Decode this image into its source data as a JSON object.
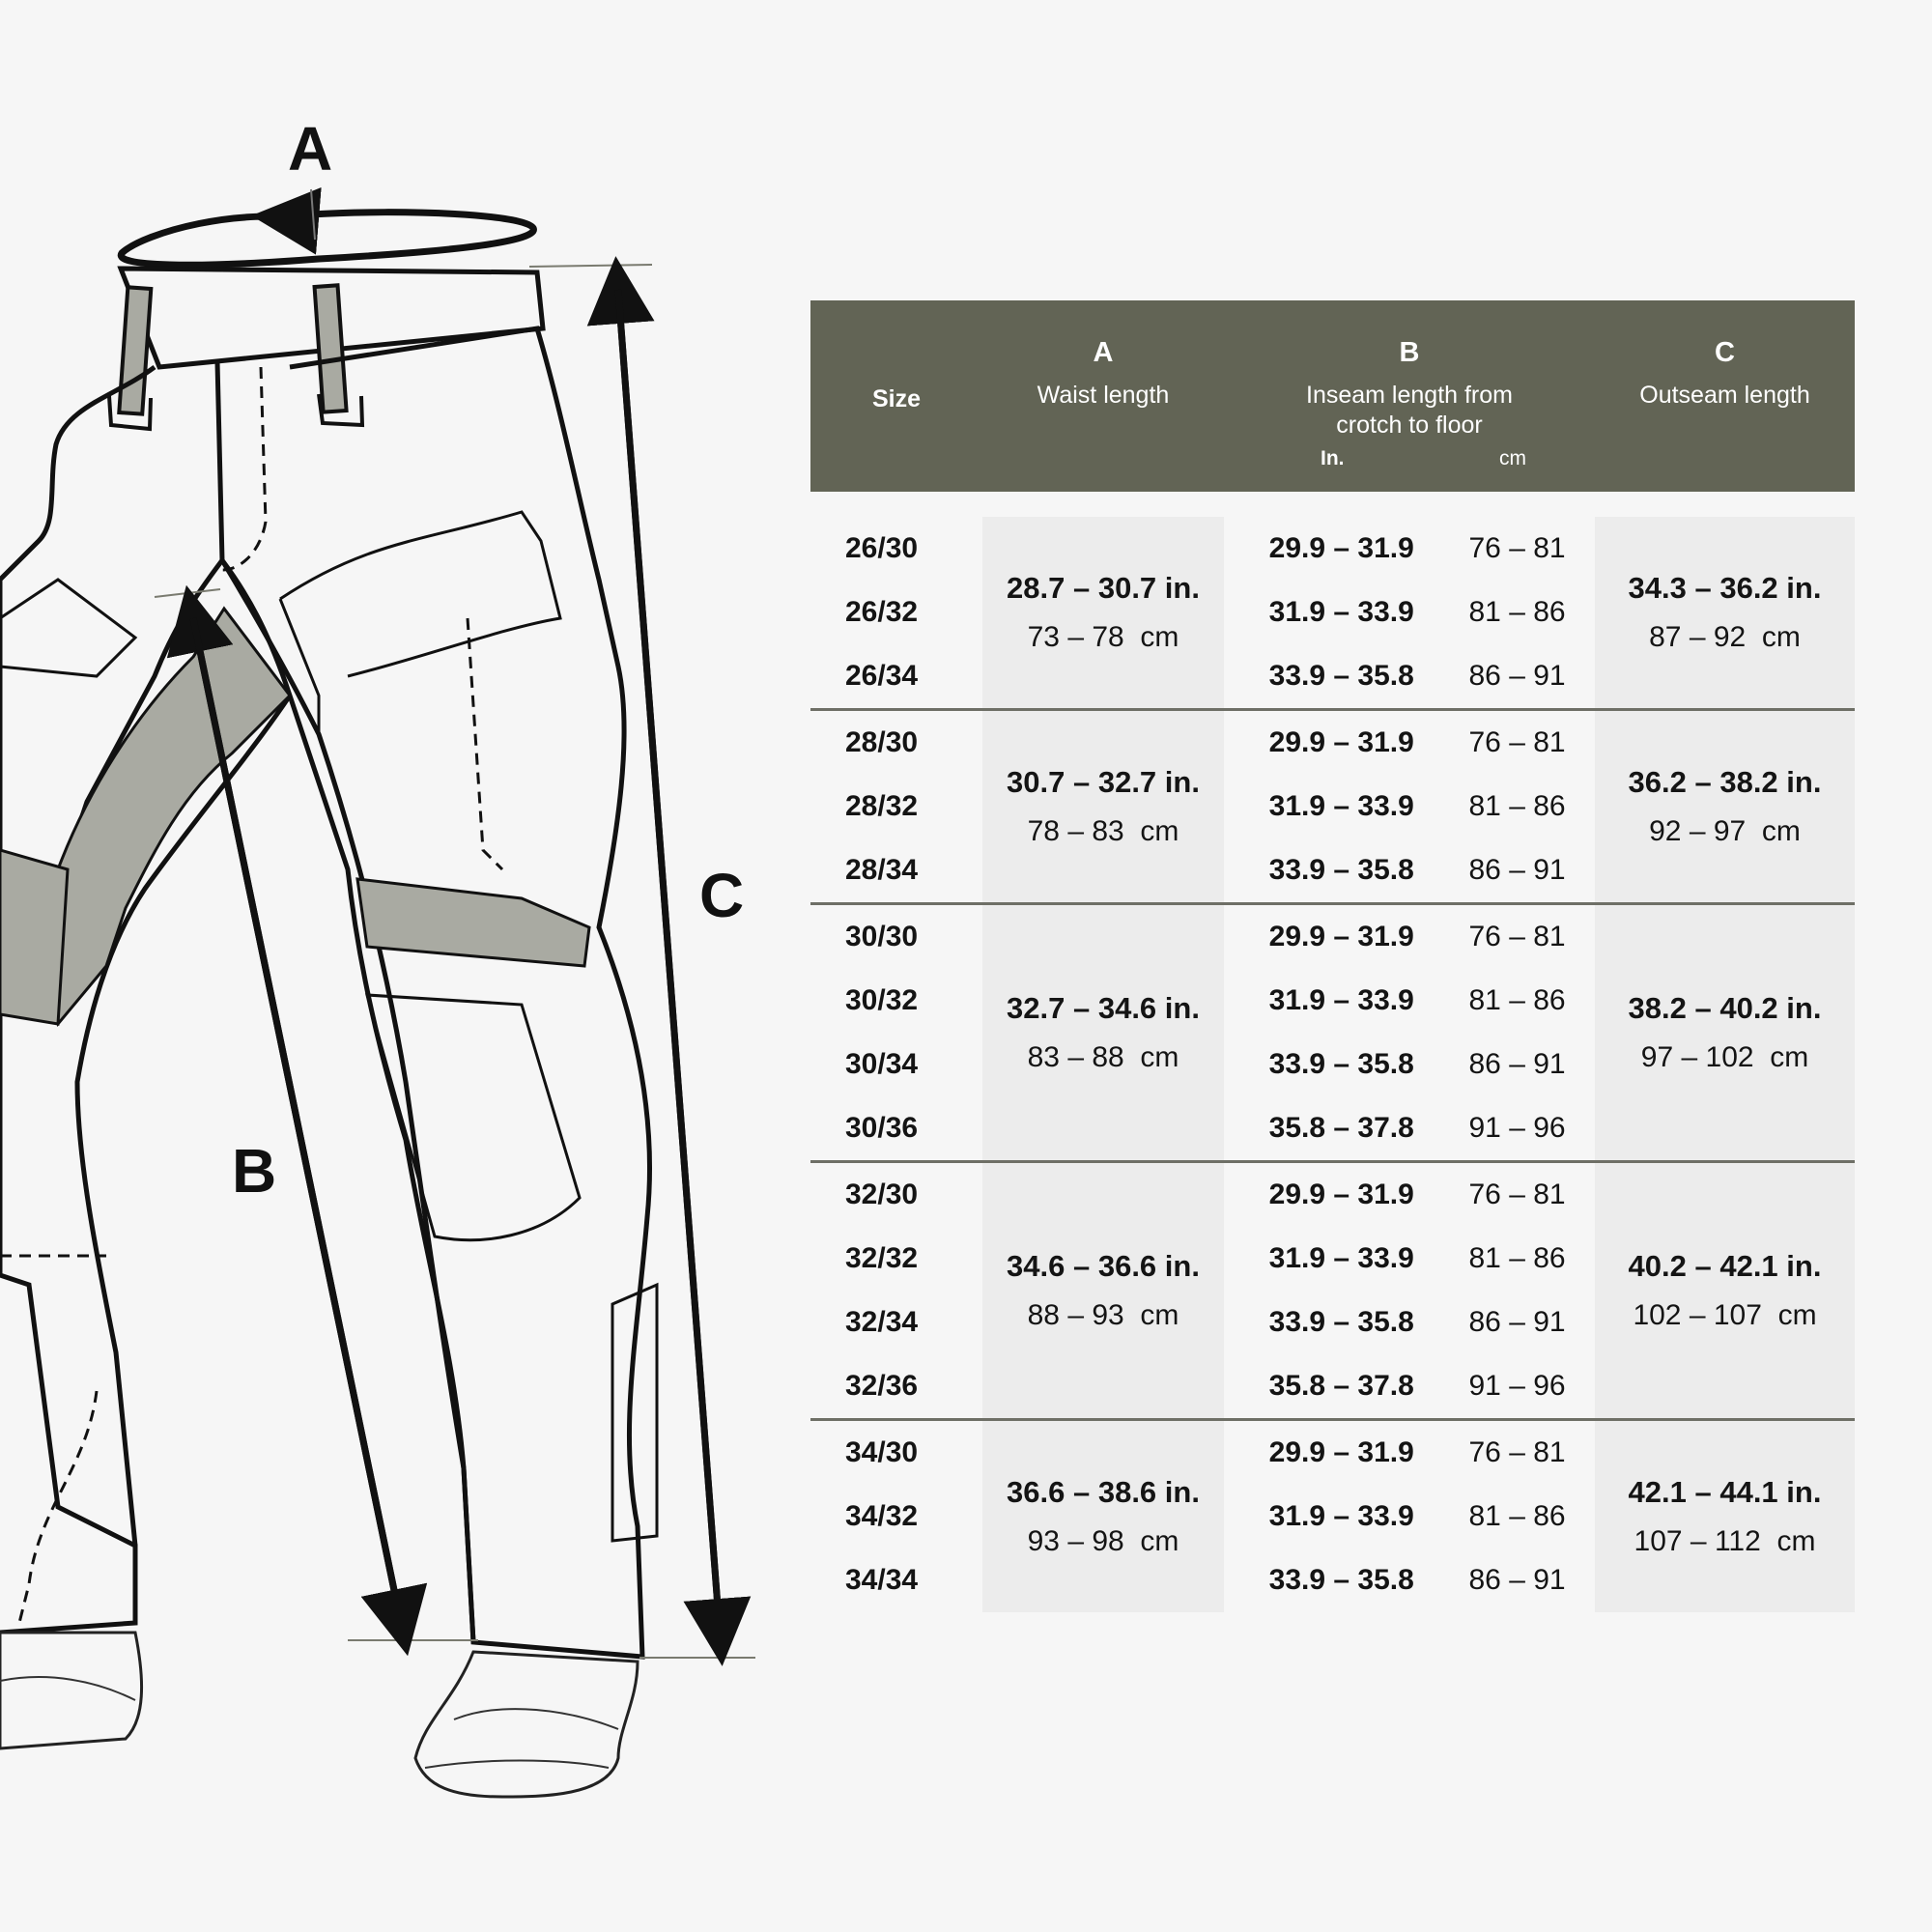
{
  "illustration": {
    "labels": {
      "a": "A",
      "b": "B",
      "c": "C"
    },
    "colors": {
      "line": "#111111",
      "accent_fill": "#a9aaa2",
      "leader": "#7a7b70"
    }
  },
  "table": {
    "header": {
      "size": "Size",
      "a": {
        "letter": "A",
        "desc": "Waist length"
      },
      "b": {
        "letter": "B",
        "desc_line1": "Inseam length from",
        "desc_line2": "crotch to floor",
        "unit_in": "In.",
        "unit_cm": "cm"
      },
      "c": {
        "letter": "C",
        "desc": "Outseam length"
      }
    },
    "colors": {
      "header_bg": "#626455",
      "shaded": "#ececec",
      "divider": "#6e6f66"
    },
    "groups": [
      {
        "sizes": [
          "26/30",
          "26/32",
          "26/34"
        ],
        "waist_in": "28.7 – 30.7 in.",
        "waist_cm": "73 – 78  cm",
        "inseam": [
          {
            "in": "29.9 – 31.9",
            "cm": "76 – 81"
          },
          {
            "in": "31.9 – 33.9",
            "cm": "81 – 86"
          },
          {
            "in": "33.9 – 35.8",
            "cm": "86 – 91"
          }
        ],
        "outseam_in": "34.3 – 36.2 in.",
        "outseam_cm": "87 – 92  cm"
      },
      {
        "sizes": [
          "28/30",
          "28/32",
          "28/34"
        ],
        "waist_in": "30.7 – 32.7 in.",
        "waist_cm": "78 – 83  cm",
        "inseam": [
          {
            "in": "29.9 – 31.9",
            "cm": "76 – 81"
          },
          {
            "in": "31.9 – 33.9",
            "cm": "81 – 86"
          },
          {
            "in": "33.9 – 35.8",
            "cm": "86 – 91"
          }
        ],
        "outseam_in": "36.2 – 38.2 in.",
        "outseam_cm": "92 – 97  cm"
      },
      {
        "sizes": [
          "30/30",
          "30/32",
          "30/34",
          "30/36"
        ],
        "waist_in": "32.7 – 34.6 in.",
        "waist_cm": "83 – 88  cm",
        "inseam": [
          {
            "in": "29.9 – 31.9",
            "cm": "76 – 81"
          },
          {
            "in": "31.9 – 33.9",
            "cm": "81 – 86"
          },
          {
            "in": "33.9 – 35.8",
            "cm": "86 – 91"
          },
          {
            "in": "35.8 – 37.8",
            "cm": "91 – 96"
          }
        ],
        "outseam_in": "38.2 – 40.2 in.",
        "outseam_cm": "97 – 102  cm"
      },
      {
        "sizes": [
          "32/30",
          "32/32",
          "32/34",
          "32/36"
        ],
        "waist_in": "34.6 – 36.6 in.",
        "waist_cm": "88 – 93  cm",
        "inseam": [
          {
            "in": "29.9 – 31.9",
            "cm": "76 – 81"
          },
          {
            "in": "31.9 – 33.9",
            "cm": "81 – 86"
          },
          {
            "in": "33.9 – 35.8",
            "cm": "86 – 91"
          },
          {
            "in": "35.8 – 37.8",
            "cm": "91 – 96"
          }
        ],
        "outseam_in": "40.2 – 42.1 in.",
        "outseam_cm": "102 – 107  cm"
      },
      {
        "sizes": [
          "34/30",
          "34/32",
          "34/34"
        ],
        "waist_in": "36.6 – 38.6 in.",
        "waist_cm": "93 – 98  cm",
        "inseam": [
          {
            "in": "29.9 – 31.9",
            "cm": "76 – 81"
          },
          {
            "in": "31.9 – 33.9",
            "cm": "81 – 86"
          },
          {
            "in": "33.9 – 35.8",
            "cm": "86 – 91"
          }
        ],
        "outseam_in": "42.1 – 44.1 in.",
        "outseam_cm": "107 – 112  cm"
      }
    ]
  }
}
